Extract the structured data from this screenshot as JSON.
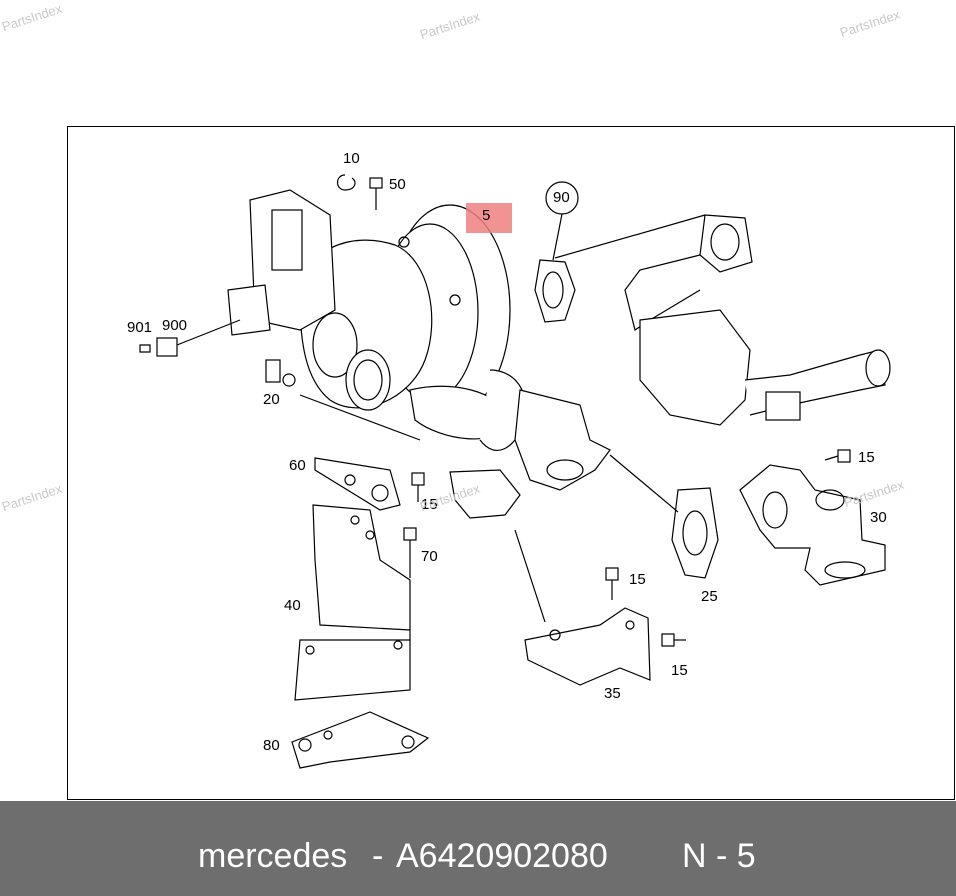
{
  "watermark": "PartsIndex",
  "diagram": {
    "highlight_label": "5",
    "callouts": {
      "c10": "10",
      "c50": "50",
      "c5": "5",
      "c90": "90",
      "c901": "901",
      "c900": "900",
      "c20": "20",
      "c60": "60",
      "c15a": "15",
      "c70": "70",
      "c40": "40",
      "c80": "80",
      "c15b": "15",
      "c30": "30",
      "c25": "25",
      "c15c": "15",
      "c15d": "15",
      "c35": "35"
    }
  },
  "footer": {
    "brand": "mercedes",
    "separator": "-",
    "part_number": "A6420902080",
    "position": "N - 5"
  },
  "colors": {
    "footer_bg": "#6e6e6e",
    "highlight": "#f08080",
    "line": "#000000"
  }
}
